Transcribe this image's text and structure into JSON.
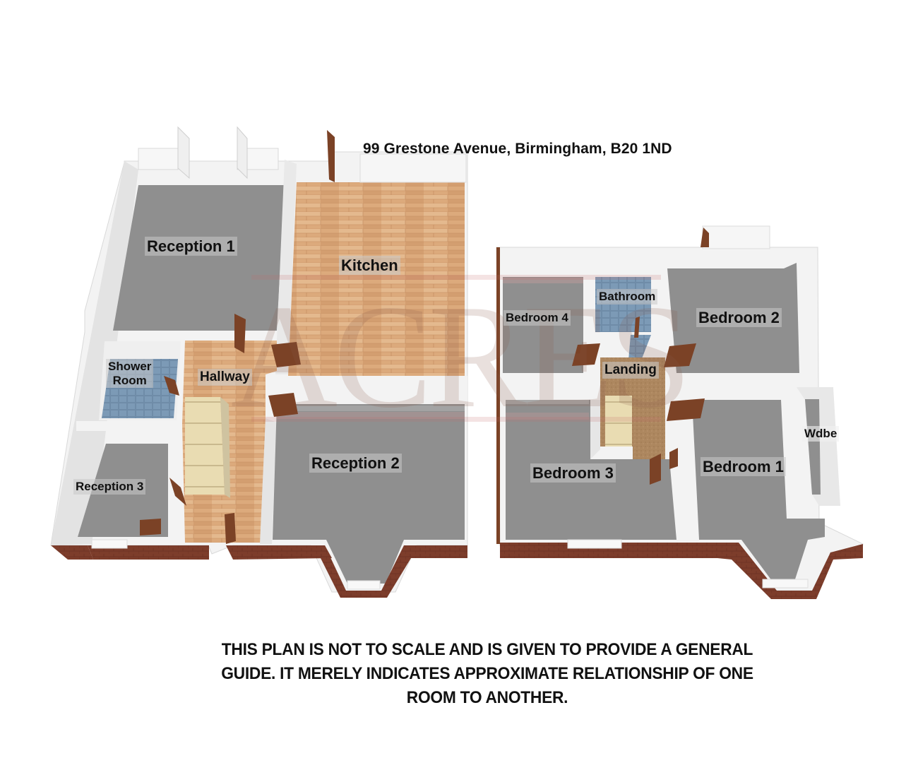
{
  "header": {
    "address": "99 Grestone Avenue, Birmingham, B20 1ND"
  },
  "watermark": {
    "text": "ACRES",
    "color": "#d9a6a6"
  },
  "colors": {
    "wall": "#f2f2f2",
    "wall_shade": "#dcdcdc",
    "floor_carpet": "#8f8f8f",
    "floor_wood": "#d9a77a",
    "floor_tile": "#6f8faa",
    "brick": "#7a3b2a",
    "door": "#7b4226",
    "stairs": "#e8dcb4",
    "landing_carpet": "#b08a64"
  },
  "ground_floor": {
    "rooms": [
      {
        "id": "reception-1",
        "label": "Reception 1"
      },
      {
        "id": "kitchen",
        "label": "Kitchen"
      },
      {
        "id": "shower-room",
        "label_line1": "Shower",
        "label_line2": "Room"
      },
      {
        "id": "hallway",
        "label": "Hallway"
      },
      {
        "id": "reception-2",
        "label": "Reception 2"
      },
      {
        "id": "reception-3",
        "label": "Reception 3"
      }
    ]
  },
  "first_floor": {
    "rooms": [
      {
        "id": "bedroom-4",
        "label": "Bedroom 4"
      },
      {
        "id": "bathroom",
        "label": "Bathroom"
      },
      {
        "id": "bedroom-2",
        "label": "Bedroom 2"
      },
      {
        "id": "landing",
        "label": "Landing"
      },
      {
        "id": "wardrobe",
        "label": "Wdbe"
      },
      {
        "id": "bedroom-3",
        "label": "Bedroom 3"
      },
      {
        "id": "bedroom-1",
        "label": "Bedroom 1"
      }
    ]
  },
  "disclaimer": {
    "lines": [
      "THIS PLAN IS NOT TO SCALE AND IS GIVEN TO PROVIDE A GENERAL",
      "GUIDE. IT MERELY INDICATES APPROXIMATE RELATIONSHIP OF ONE",
      "ROOM TO ANOTHER."
    ]
  }
}
